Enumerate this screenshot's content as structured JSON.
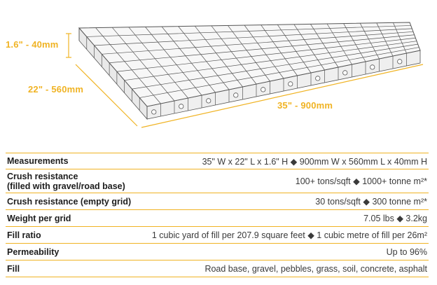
{
  "dimensions": {
    "height_label": "1.6\" - 40mm",
    "width_label": "22\" - 560mm",
    "length_label": "35\" - 900mm"
  },
  "specs": [
    {
      "label": "Measurements",
      "label2": "",
      "value": "35\" W x 22\" L x 1.6\" H ◆ 900mm W x 560mm L x 40mm H"
    },
    {
      "label": "Crush resistance",
      "label2": "(filled with gravel/road base)",
      "value": "100+ tons/sqft ◆ 1000+ tonne m²*"
    },
    {
      "label": "Crush resistance (empty grid)",
      "label2": "",
      "value": "30 tons/sqft ◆ 300 tonne m²*"
    },
    {
      "label": "Weight per grid",
      "label2": "",
      "value": "7.05 lbs ◆ 3.2kg"
    },
    {
      "label": "Fill ratio",
      "label2": "",
      "value": "1 cubic yard of fill per 207.9 square feet ◆ 1 cubic metre of fill per 26m²"
    },
    {
      "label": "Permeability",
      "label2": "",
      "value": "Up to 96%"
    },
    {
      "label": "Fill",
      "label2": "",
      "value": "Road base, gravel, pebbles, grass, soil, concrete, asphalt"
    }
  ],
  "colors": {
    "accent": "#f0b323",
    "grid_line": "#555555"
  }
}
